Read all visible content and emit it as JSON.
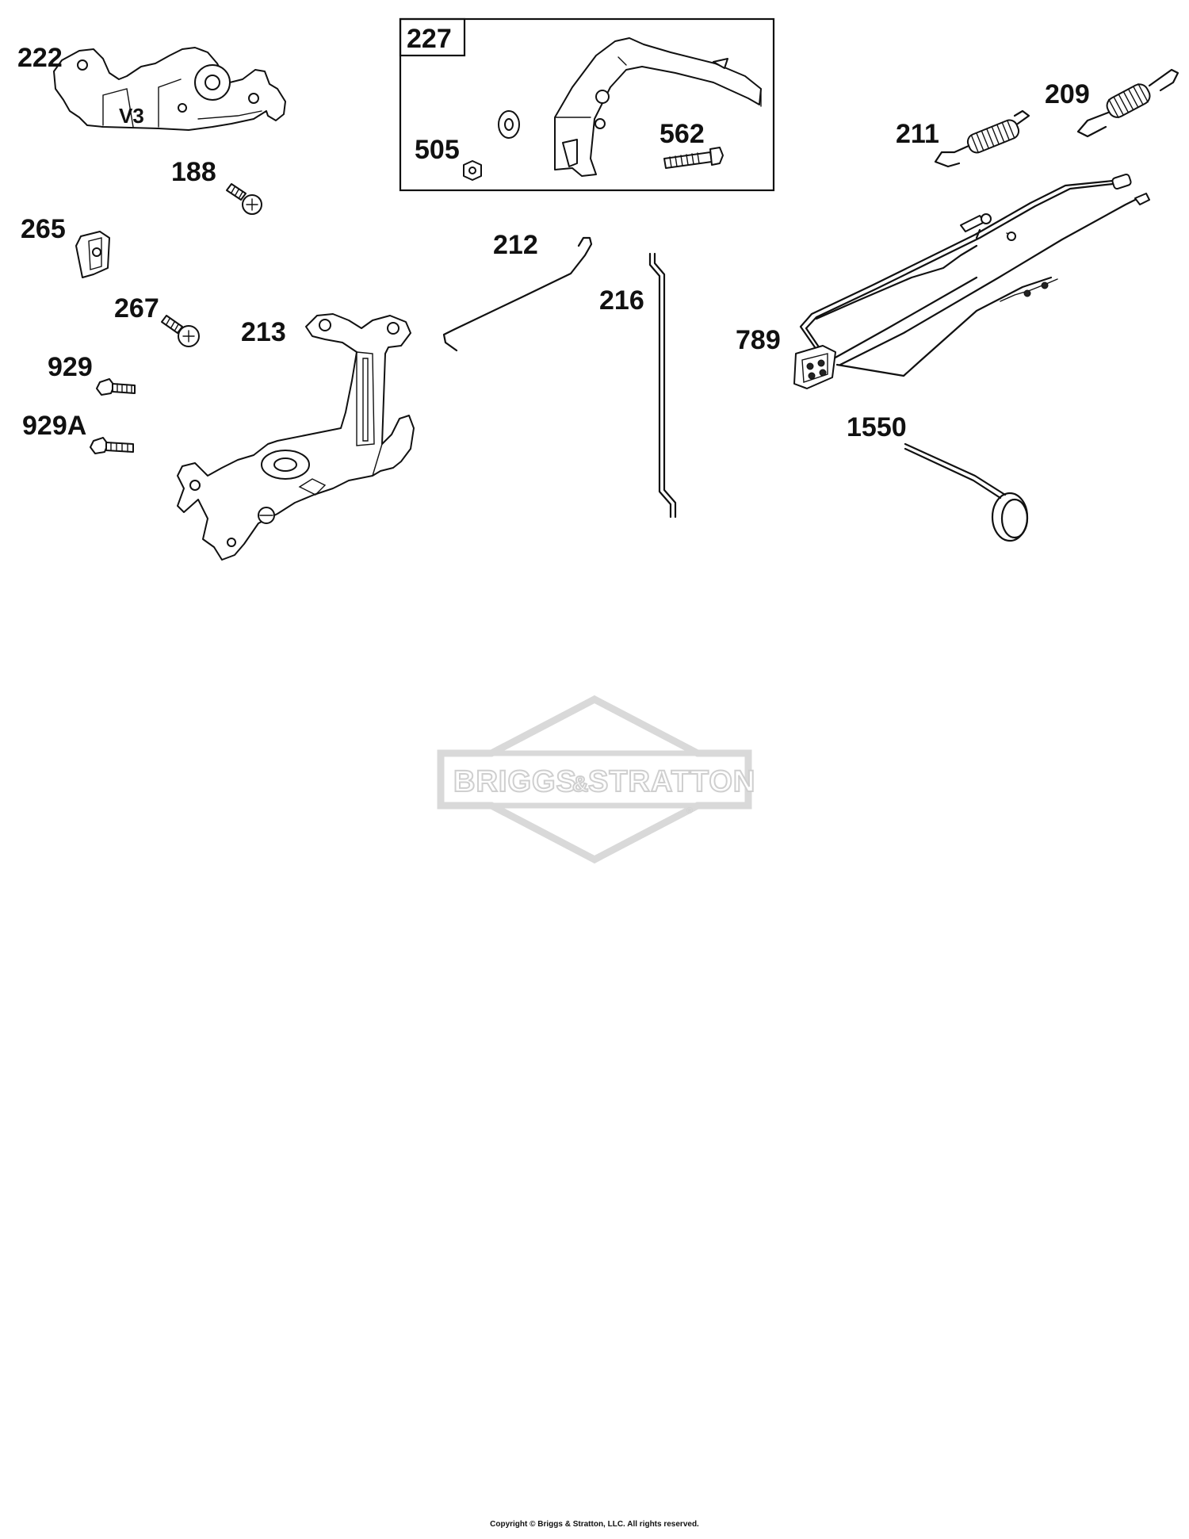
{
  "part_labels": {
    "p222": "222",
    "p227": "227",
    "p505": "505",
    "p562": "562",
    "p211": "211",
    "p209": "209",
    "p188": "188",
    "p265": "265",
    "p212": "212",
    "p216": "216",
    "p267": "267",
    "p213": "213",
    "p789": "789",
    "p929": "929",
    "p929a": "929A",
    "p1550": "1550"
  },
  "part_marking_v3": "V3",
  "watermark": {
    "brand_left": "BRIGGS",
    "ampersand": "&",
    "brand_right": "STRATTON",
    "registered": "®"
  },
  "copyright": "Copyright © Briggs & Stratton, LLC. All rights reserved.",
  "colors": {
    "ink": "#111111",
    "watermark": "#d9d9d9",
    "background": "#ffffff"
  }
}
